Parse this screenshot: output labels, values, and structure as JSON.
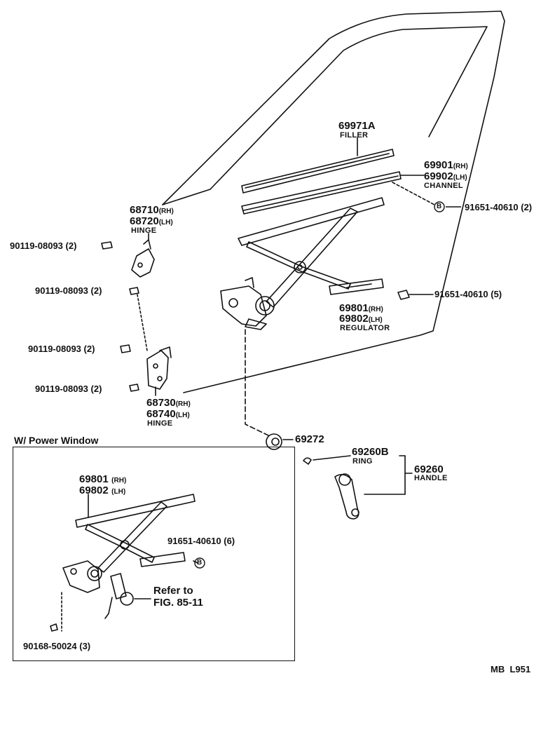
{
  "parts": {
    "filler": {
      "number": "69971A",
      "name": "FILLER"
    },
    "channel": {
      "number_rh": "69901",
      "side_rh": "(RH)",
      "number_lh": "69902",
      "side_lh": "(LH)",
      "name": "CHANNEL"
    },
    "bolt_channel": "91651-40610 (2)",
    "hinge_upper": {
      "number_rh": "68710",
      "side_rh": "(RH)",
      "number_lh": "68720",
      "side_lh": "(LH)",
      "name": "HINGE"
    },
    "hinge_lower": {
      "number_rh": "68730",
      "side_rh": "(RH)",
      "number_lh": "68740",
      "side_lh": "(LH)",
      "name": "HINGE"
    },
    "bolt_hinge_1": "90119-08093 (2)",
    "bolt_hinge_2": "90119-08093 (2)",
    "bolt_hinge_3": "90119-08093 (2)",
    "bolt_hinge_4": "90119-08093 (2)",
    "bolt_regulator": "91651-40610 (5)",
    "regulator": {
      "number_rh": "69801",
      "side_rh": "(RH)",
      "number_lh": "69802",
      "side_lh": "(LH)",
      "name": "REGULATOR"
    },
    "plug": "69272",
    "ring": {
      "number": "69260B",
      "name": "RING"
    },
    "handle": {
      "number": "69260",
      "name": "HANDLE"
    }
  },
  "power_window": {
    "title": "W/ Power Window",
    "regulator_rh": "69801",
    "side_rh": "(RH)",
    "regulator_lh": "69802",
    "side_lh": "(LH)",
    "bolt": "91651-40610 (6)",
    "refer_line1": "Refer to",
    "refer_line2": "FIG. 85-11",
    "screw": "90168-50024 (3)"
  },
  "bolt_marker": "B",
  "footer_code": "MB  L951"
}
